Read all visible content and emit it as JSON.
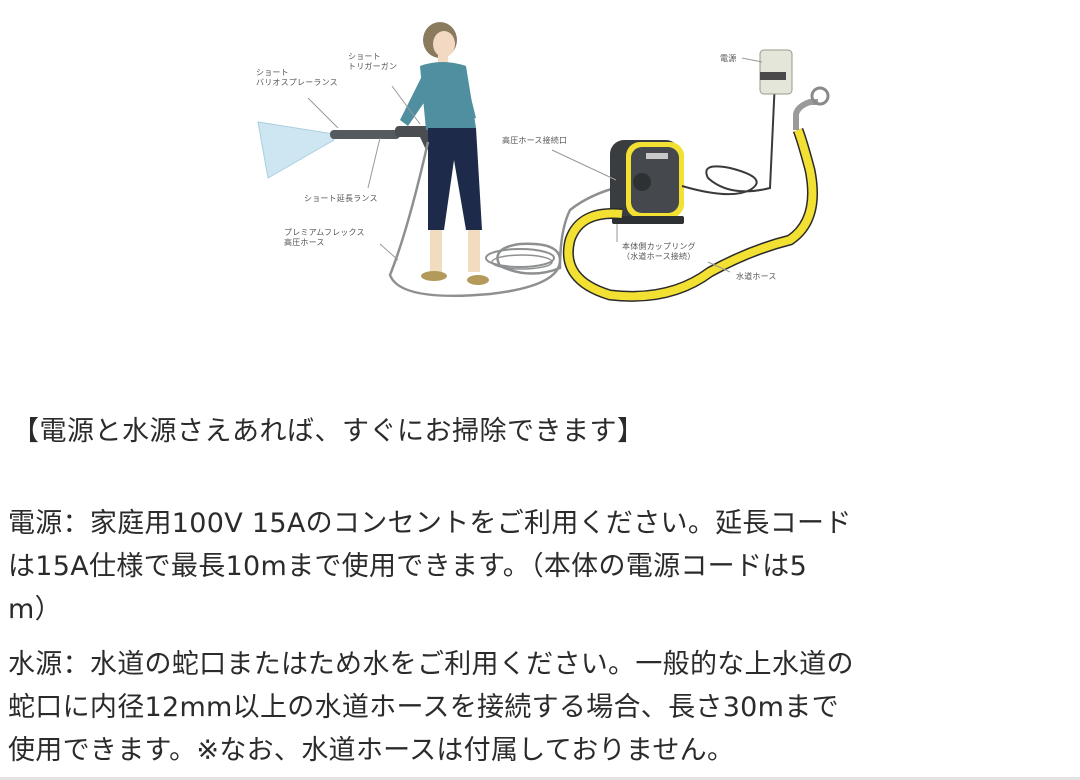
{
  "illustration": {
    "colors": {
      "hose_yellow": "#f2e033",
      "shirt_teal": "#4f8fa0",
      "pants_navy": "#1d2a4a",
      "machine_dark": "#3a3d40",
      "spray_blue": "#bfe0ee",
      "line_gray": "#8a8a8a"
    },
    "labels": {
      "vario_spray_lance": "ショート\nバリオスプレーランス",
      "trigger_gun": "ショート\nトリガーガン",
      "extension_lance": "ショート延長ランス",
      "premium_flex_hose": "プレミアムフレックス\n高圧ホース",
      "hp_hose_port": "高圧ホース接続口",
      "body_coupling": "本体側カップリング\n（水道ホース接続）",
      "water_hose": "水道ホース",
      "power_source": "電源"
    }
  },
  "heading": "【電源と水源さえあれば、すぐにお掃除できます】",
  "power": {
    "lines": [
      "電源：家庭用100V 15Aのコンセントをご利用ください。延長コード",
      "は15A仕様で最長10mまで使用できます。（本体の電源コードは5",
      "m）"
    ]
  },
  "water": {
    "lines": [
      "水源：水道の蛇口またはため水をご利用ください。一般的な上水道の",
      "蛇口に内径12mm以上の水道ホースを接続する場合、長さ30mまで",
      "使用できます。※なお、水道ホースは付属しておりません。"
    ]
  }
}
